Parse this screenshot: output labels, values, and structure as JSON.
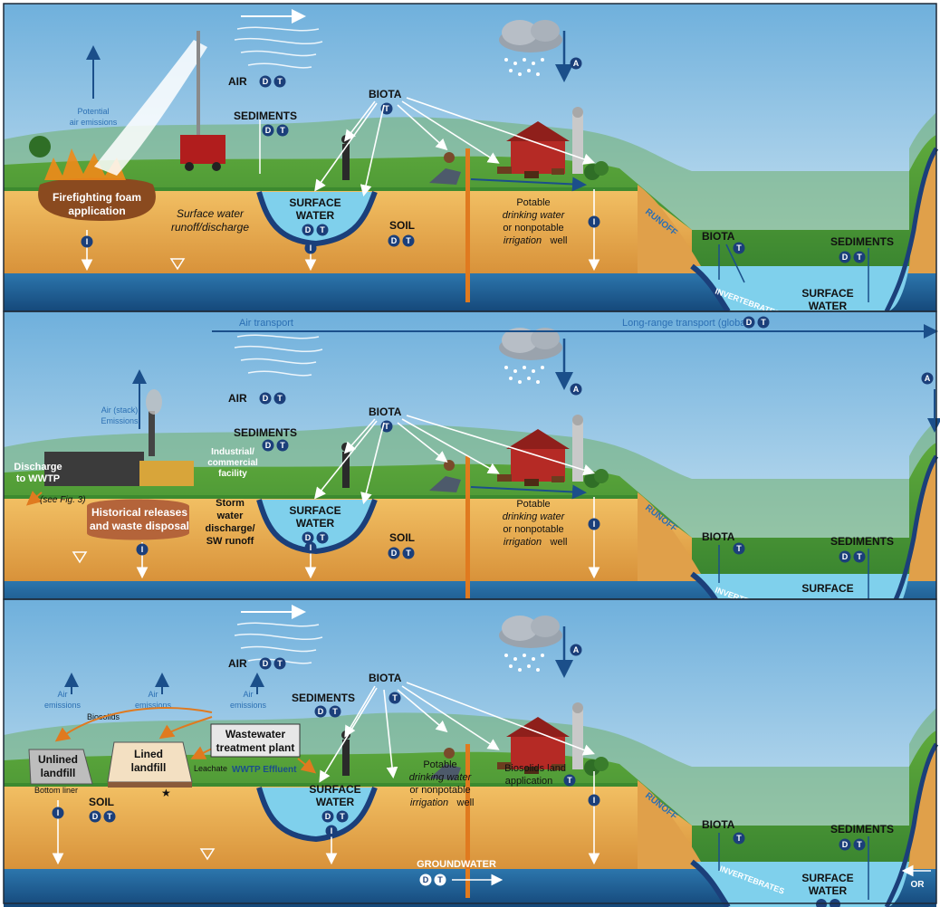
{
  "panel1": {
    "air": "AIR",
    "sediments": "SEDIMENTS",
    "biota": "BIOTA",
    "potential_air_emissions": [
      "Potential",
      "air emissions"
    ],
    "foam": [
      "Firefighting foam",
      "application"
    ],
    "surface_runoff": [
      "Surface water",
      "runoff/discharge"
    ],
    "surface_water": [
      "SURFACE",
      "WATER"
    ],
    "soil": "SOIL",
    "potable": "Potable",
    "drinking": "drinking water",
    "nonpotable": "or nonpotable",
    "irrigation": "irrigation",
    "well": "well",
    "runoff": "RUNOFF",
    "biota_right": "BIOTA",
    "sediments_right": "SEDIMENTS",
    "invertebrates": "INVERTEBRATES",
    "surface_right": [
      "SURFACE",
      "WATER"
    ]
  },
  "panel2": {
    "air_transport": "Air transport",
    "long_range": "Long-range transport (global)",
    "air": "AIR",
    "sediments": "SEDIMENTS",
    "biota": "BIOTA",
    "stack": [
      "Air (stack)",
      "Emissions"
    ],
    "industrial": [
      "Industrial/",
      "commercial",
      "facility"
    ],
    "discharge_wwtp": [
      "Discharge",
      "to WWTP"
    ],
    "see_fig": "(see Fig. 3)",
    "historical": [
      "Historical releases",
      "and waste disposal"
    ],
    "storm": [
      "Storm",
      "water",
      "discharge/",
      "SW runoff"
    ],
    "surface_water": [
      "SURFACE",
      "WATER"
    ],
    "soil": "SOIL",
    "potable": "Potable",
    "drinking": "drinking water",
    "nonpotable": "or nonpotable",
    "irrigation": "irrigation",
    "well": "well",
    "runoff": "RUNOFF",
    "biota_right": "BIOTA",
    "sediments_right": "SEDIMENTS",
    "invertebrates": "INVERTEBRATES",
    "surface_right": "SURFACE"
  },
  "panel3": {
    "air": "AIR",
    "sediments": "SEDIMENTS",
    "biota": "BIOTA",
    "air_emissions": [
      "Air",
      "emissions"
    ],
    "biosolids": "Biosolids",
    "unlined": [
      "Unlined",
      "landfill"
    ],
    "lined": [
      "Lined",
      "landfill"
    ],
    "leachate": "Leachate",
    "bottom_liner": "Bottom liner",
    "star": "★",
    "wwtp": [
      "Wastewater",
      "treatment plant"
    ],
    "effluent": "WWTP Effluent",
    "soil": "SOIL",
    "surface_water": [
      "SURFACE",
      "WATER"
    ],
    "potable": "Potable",
    "drinking": "drinking water",
    "nonpotable": "or nonpotable",
    "irrigation": "irrigation",
    "well": "well",
    "biosolids_land": [
      "Biosolids land",
      "application"
    ],
    "runoff": "RUNOFF",
    "biota_right": "BIOTA",
    "sediments_right": "SEDIMENTS",
    "invertebrates": "INVERTEBRATES",
    "surface_right": [
      "SURFACE",
      "WATER"
    ],
    "groundwater": "GROUNDWATER",
    "or": "OR"
  },
  "badges": {
    "D": "D",
    "T": "T",
    "I": "I",
    "A": "A"
  },
  "colors": {
    "sky_top": "#6fb0dc",
    "sky_bottom": "#d9ecf6",
    "grass": "#4f9a3a",
    "soil": "#e6a645",
    "groundwater": "#1d5d94",
    "water": "#7fd0ec",
    "badge": "#1b3f7a",
    "accent_blue": "#2b6fb3"
  }
}
